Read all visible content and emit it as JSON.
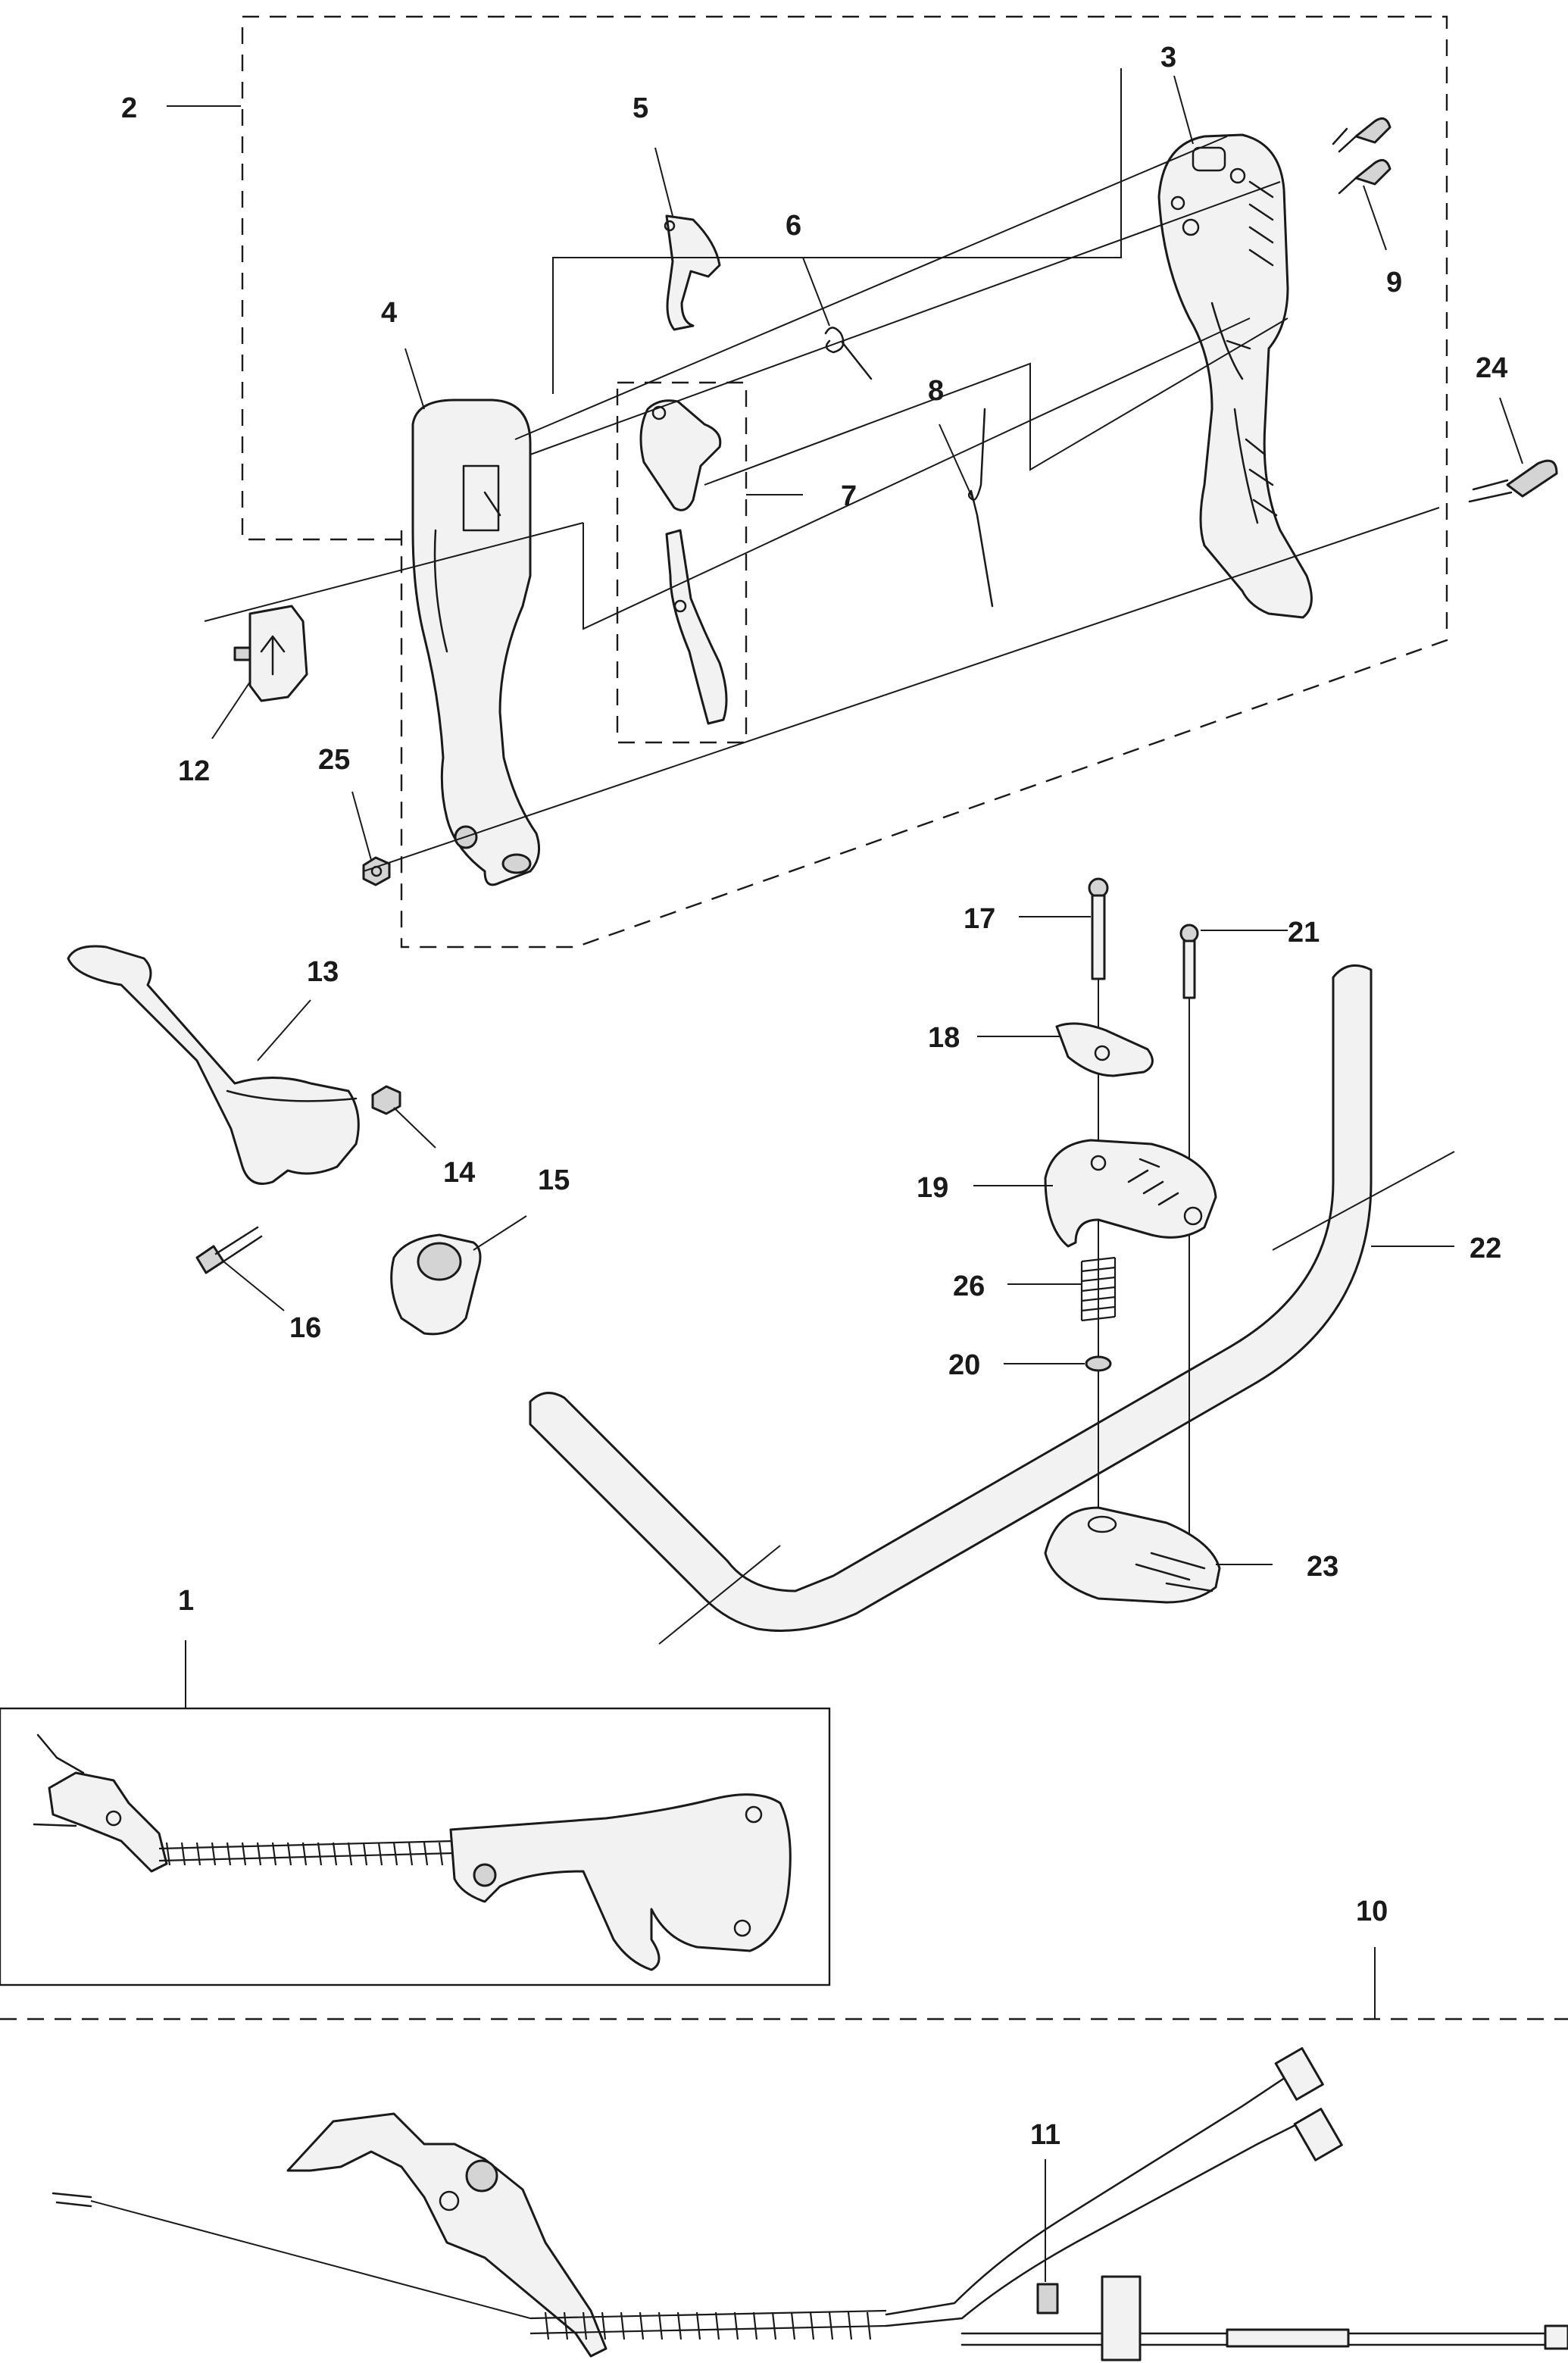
{
  "labels": {
    "n1": "1",
    "n2": "2",
    "n3": "3",
    "n4": "4",
    "n5": "5",
    "n6": "6",
    "n7": "7",
    "n8": "8",
    "n9": "9",
    "n10": "10",
    "n11": "11",
    "n12": "12",
    "n13": "13",
    "n14": "14",
    "n15": "15",
    "n16": "16",
    "n17": "17",
    "n18": "18",
    "n19": "19",
    "n20": "20",
    "n21": "21",
    "n22": "22",
    "n23": "23",
    "n24": "24",
    "n25": "25",
    "n26": "26"
  },
  "colors": {
    "ink": "#1a1a1a",
    "part_fill": "#f2f2f2",
    "part_shade": "#d4d4d4",
    "background": "#ffffff"
  }
}
